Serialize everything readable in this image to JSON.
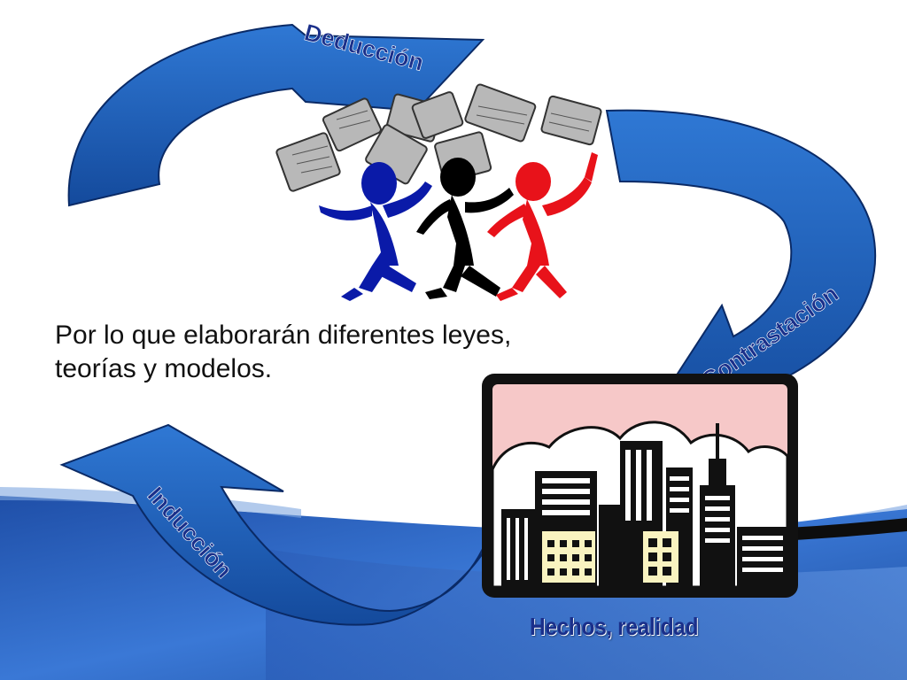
{
  "labels": {
    "deduccion": "Deducción",
    "contrastacion": "Contrastación",
    "induccion": "Inducción"
  },
  "text": {
    "line1": "Por lo que elaborarán diferentes leyes,",
    "line2": "teorías y modelos."
  },
  "caption": "Hechos, realidad",
  "colors": {
    "arrow_fill": "#1c5fb8",
    "arrow_stroke": "#0a2a66",
    "label_text": "#1a2f8a",
    "figure_blue": "#0a1aa8",
    "figure_black": "#000000",
    "figure_red": "#e8121a",
    "sky_pink": "#f6c8c8",
    "band_blue": "#2f69c9"
  },
  "icons": [
    "people-with-papers-clipart",
    "city-skyline-clipart"
  ]
}
